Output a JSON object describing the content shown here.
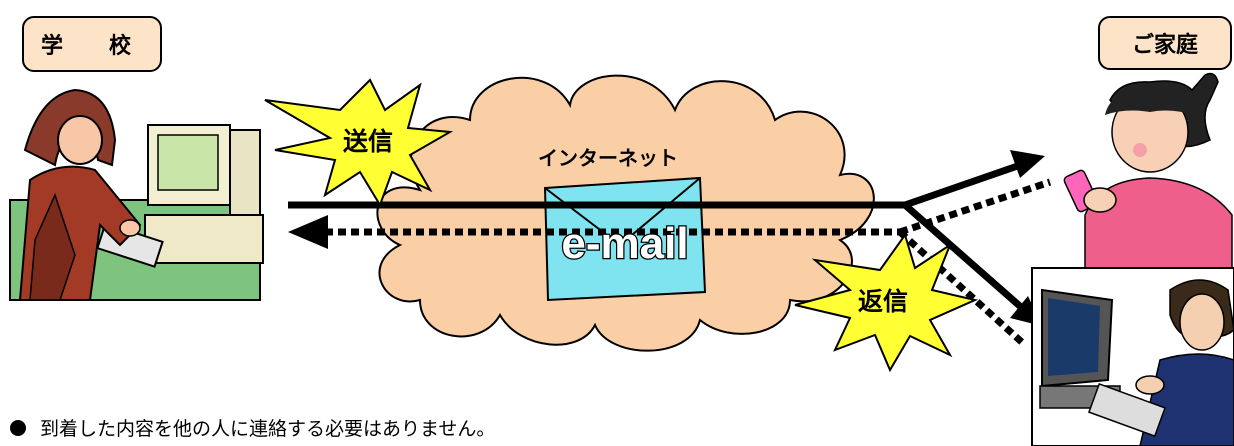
{
  "labels": {
    "school": "学　校",
    "home": "ご家庭"
  },
  "diagram": {
    "send": "送信",
    "reply": "返信",
    "internet": "インターネット",
    "email": "e-mail"
  },
  "note": "到着した内容を他の人に連絡する必要はありません。",
  "colors": {
    "label_fill": "#fde3c8",
    "cloud_fill": "#fbcfa6",
    "burst_fill": "#ffff33",
    "envelope_fill": "#7fe3f0"
  }
}
